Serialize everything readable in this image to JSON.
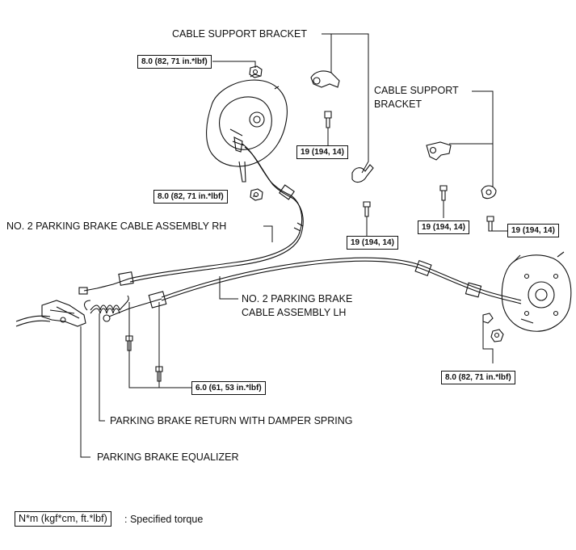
{
  "labels": {
    "cable_support_bracket_top": "CABLE SUPPORT BRACKET",
    "cable_support_bracket_right_line1": "CABLE SUPPORT",
    "cable_support_bracket_right_line2": "BRACKET",
    "cable_rh": "NO. 2  PARKING BRAKE CABLE ASSEMBLY RH",
    "cable_lh_line1": "NO. 2 PARKING BRAKE",
    "cable_lh_line2": "CABLE ASSEMBLY LH",
    "return_spring": "PARKING BRAKE RETURN WITH DAMPER SPRING",
    "equalizer": "PARKING BRAKE EQUALIZER"
  },
  "torques": {
    "top_left": "8.0 (82, 71 in.*lbf)",
    "mid_left": "8.0 (82, 71 in.*lbf)",
    "bracket_bolt_a": "19 (194, 14)",
    "bracket_bolt_b": "19 (194, 14)",
    "bracket_bolt_c": "19 (194, 14)",
    "bracket_bolt_d": "19 (194, 14)",
    "center_bolts": "6.0 (61, 53 in.*lbf)",
    "right_nut": "8.0 (82, 71 in.*lbf)"
  },
  "legend": {
    "unit_box": "N*m (kgf*cm, ft.*lbf)",
    "description": ": Specified torque"
  }
}
